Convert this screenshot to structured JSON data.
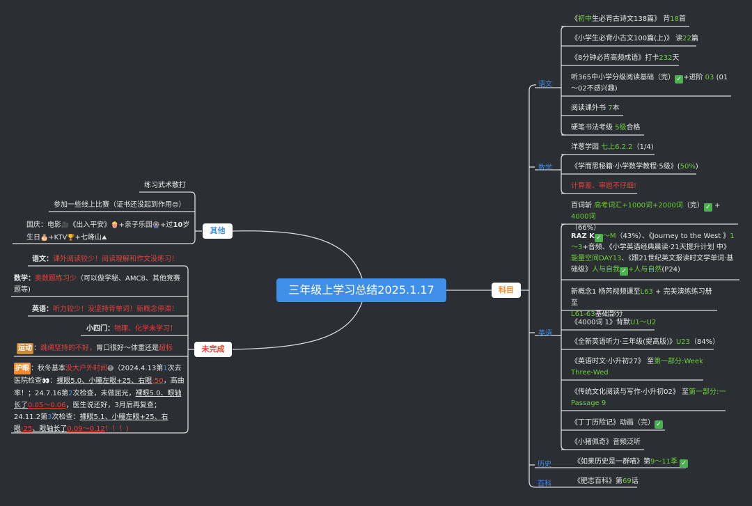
{
  "root": "三年级上学习总结2025.1.17",
  "branches": {
    "subjects": "科目",
    "others": "其他",
    "incomplete": "未完成"
  },
  "categories": {
    "chinese": "语文",
    "math": "数学",
    "english": "英语",
    "history": "历史",
    "encyclopedia": "百科"
  },
  "chinese": {
    "i1_pre": "《",
    "i1_hl": "初中",
    "i1_mid": "生必背古诗文138篇》 背",
    "i1_num": "18",
    "i1_post": "首",
    "i2_pre": "《小学生必背小古文100篇(上)》 读",
    "i2_num": "22",
    "i2_post": "篇",
    "i3_pre": "《8分钟必背高频成语》打卡",
    "i3_num": "232",
    "i3_post": "天",
    "i4_pre": "听365中小学分级阅读基础（完）",
    "i4_mid": "+进阶 ",
    "i4_num": "03",
    "i4_post": " (01～02不感兴趣)",
    "i5_pre": "阅读课外书  ",
    "i5_num": "7",
    "i5_post": "本",
    "i6_pre": "硬笔书法考级  ",
    "i6_num": "5级",
    "i6_post": "合格"
  },
  "math": {
    "i1_pre": "洋葱学园  ",
    "i1_hl": "七上6.2.2",
    "i1_post": "（1/4)",
    "i2_pre": "《学而思秘籍·小学数学教程·5级》(",
    "i2_hl": "50%",
    "i2_post": ")",
    "i3": "计算差、审题不仔细!"
  },
  "english": {
    "i1_pre": "百词斩  ",
    "i1_hl": "高考词汇+1000词+2000词",
    "i1_mid": "（完）",
    "i1_mid2": " + ",
    "i1_num": "4000词",
    "i1_post": "（66%）",
    "i2_a": "RAZ  K",
    "i2_b": "～M",
    "i2_c": "（43%）、《Journey to the West 》",
    "i2_d": "1～3",
    "i2_e": "+音频、《小学英语经典晨读·21天提升计划 中》",
    "i2_f": "能量空间DAY13",
    "i2_g": "、《跟21世纪英文报读时文学单词·基础级》",
    "i2_h": "人与自我",
    "i2_i": "+人与自然",
    "i2_j": "(P24)",
    "i3_pre": "新概念1 杨芮视频课至",
    "i3_hl1": "L63",
    "i3_mid": " + 完美演练练习册至",
    "i3_hl2": "L61-63",
    "i3_post": "基础部分",
    "i4_pre": "《4000词 1》背默",
    "i4_hl": "U1～U2",
    "i5_pre": "《全新英语听力·三年级(提高版)》",
    "i5_hl": "U23",
    "i5_post": "（84%）",
    "i6_pre": "《英语时文·小升初27》 至",
    "i6_hl": "第一部分:Week Three-Wed",
    "i7_pre": "《传统文化阅读与写作·小升初02》 至",
    "i7_hl": "第一部分:一 Passage 9",
    "i8_pre": "《丁丁历险记》动画（完）",
    "i9": "《小猪佩奇》音频泛听"
  },
  "history": {
    "i1_pre": "《如果历史是一群喵》第",
    "i1_hl": "9～11季"
  },
  "encyclopedia": {
    "i1_pre": "《肥志百科》第",
    "i1_num": "69",
    "i1_post": "话"
  },
  "others": {
    "i1": "练习武术散打",
    "i2": "参加一些线上比赛（证书还没起到作用",
    "i2_end": "）",
    "i3_a": "国庆：电影",
    "i3_b": "《出入平安》",
    "i3_c": "+亲子乐园",
    "i3_d": "+过",
    "i3_e": "10",
    "i3_f": "岁",
    "i3_g": "生日",
    "i3_h": "+KTV",
    "i3_i": "+七峰山"
  },
  "incomplete": {
    "i1_label": "语文：",
    "i1_text": "课外阅读较少！阅读理解和作文没练习！",
    "i2_label": "数学：",
    "i2_hl": "奥数题练习少",
    "i2_text": "（可以做学秘、AMC8、其他竞赛题等)",
    "i3_label": "英语：",
    "i3_text": "听力较少！没坚持背单词！新概念停滞！",
    "i4_label": "小四门：",
    "i4_text": "物理、化学未学习！",
    "i5_label": "运动",
    "i5_colon": "：",
    "i5_text": "跳绳坚持的不好，",
    "i5_mid": "胃口很好～体重还是",
    "i5_hl": "超标",
    "i6_label": "护眼",
    "i6_a": "：秋冬基本",
    "i6_b": "没大户外时间",
    "i6_c": "（2024.4.13第",
    "i6_d": "1",
    "i6_e": "次去医院检查",
    "i6_f": "：",
    "i6_g": "裸眼5.0、小瞳左眼+25、右眼",
    "i6_h": "-50",
    "i6_i": "，高曲率！；24.7.16第",
    "i6_j": "2",
    "i6_k": "次检查，未做屈光，",
    "i6_l": "裸眼5.0、眼轴长了",
    "i6_m": "0.05～0.06",
    "i6_n": "，医生说还好，3月后再复查；24.11.2第",
    "i6_o": "3",
    "i6_p": "次检查：",
    "i6_q": "裸眼5.1、小瞳左眼+25、右眼",
    "i6_r": "-25",
    "i6_s": "、眼轴长了",
    "i6_t": "0.09～0.12",
    "i6_u": "！！！)"
  },
  "colors": {
    "background": "#2b2e33",
    "root": "#3f8ee8",
    "line": "#dcdcdc",
    "green": "#6ccf3c",
    "red": "#e2413c",
    "blue": "#3f8ee8",
    "orange": "#f08a2c"
  }
}
